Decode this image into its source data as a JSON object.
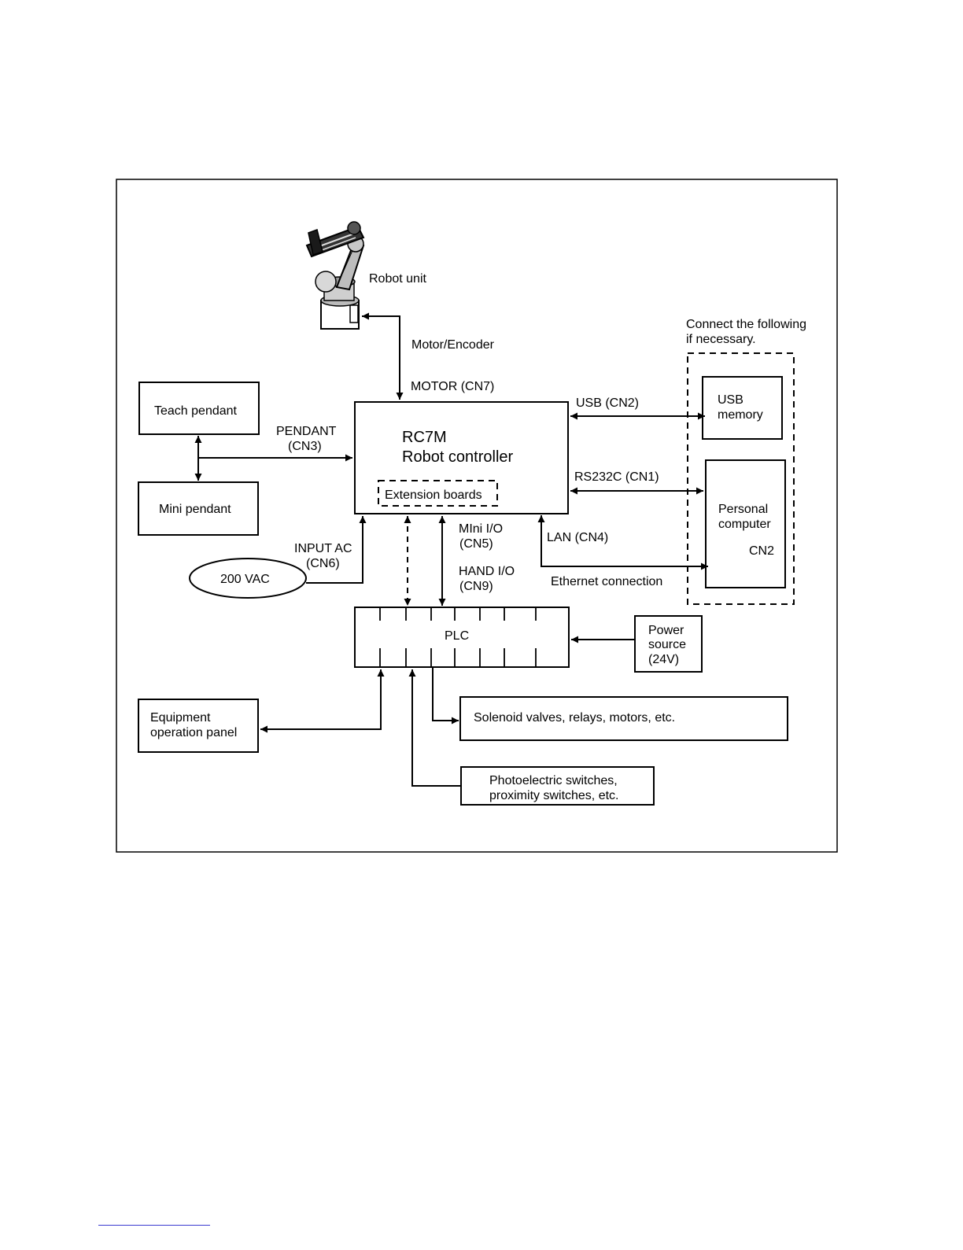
{
  "diagram": {
    "robot_unit": "Robot unit",
    "motor_encoder": "Motor/Encoder",
    "motor_cn7": "MOTOR (CN7)",
    "connect_note": [
      "Connect the following",
      "if necessary."
    ],
    "teach_pendant": "Teach pendant",
    "mini_pendant": "Mini pendant",
    "pendant_port": [
      "PENDANT",
      "(CN3)"
    ],
    "controller_model": "RC7M",
    "controller_name": "Robot controller",
    "extension_boards": "Extension boards",
    "usb_port": "USB (CN2)",
    "usb_memory": [
      "USB",
      "memory"
    ],
    "rs232_port": "RS232C (CN1)",
    "personal_computer": [
      "Personal",
      "computer"
    ],
    "pc_port": "CN2",
    "lan_port": "LAN (CN4)",
    "ethernet": "Ethernet connection",
    "mini_io": [
      "MIni I/O",
      "(CN5)"
    ],
    "hand_io": [
      "HAND I/O",
      "(CN9)"
    ],
    "input_ac": [
      "INPUT AC",
      "(CN6)"
    ],
    "power_200vac": "200 VAC",
    "plc": "PLC",
    "power_source": [
      "Power",
      "source",
      "(24V)"
    ],
    "equipment_panel": [
      "Equipment",
      "operation panel"
    ],
    "solenoid": "Solenoid valves, relays, motors, etc.",
    "photoelectric": [
      "Photoelectric switches,",
      "proximity switches, etc."
    ]
  }
}
